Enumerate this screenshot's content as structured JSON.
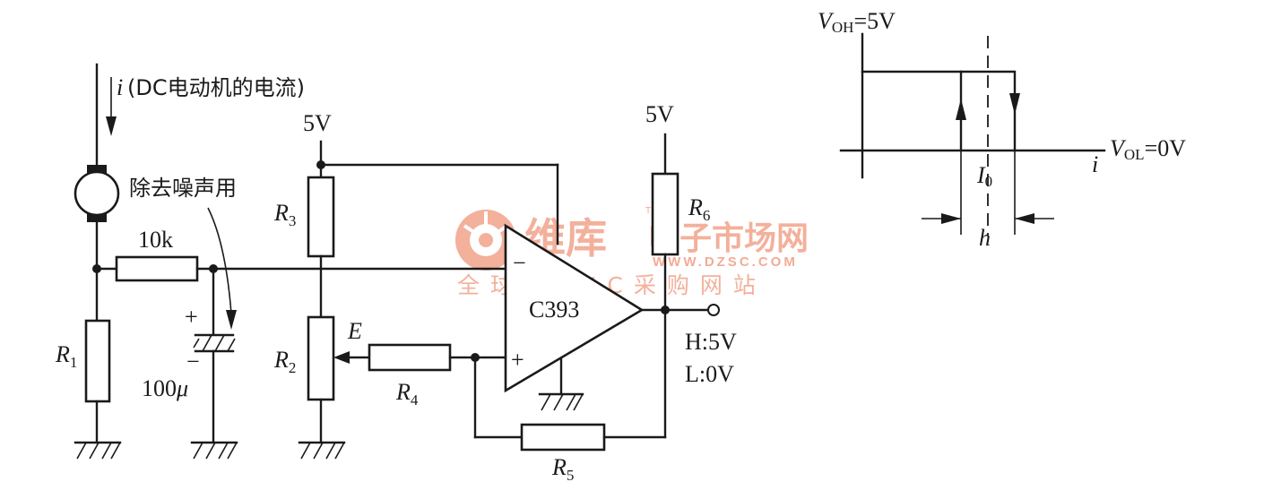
{
  "circuit": {
    "current_label_i": "i",
    "current_label_text": "(DC电动机的电流)",
    "noise_label": "除去噪声用",
    "res_10k": "10k",
    "cap_plus": "+",
    "cap_minus": "−",
    "cap_value_num": "100",
    "cap_value_unit": "μ",
    "supply_left": "5V",
    "supply_right": "5V",
    "r1": {
      "main": "R",
      "sub": "1"
    },
    "r2": {
      "main": "R",
      "sub": "2"
    },
    "r3": {
      "main": "R",
      "sub": "3"
    },
    "r4": {
      "main": "R",
      "sub": "4"
    },
    "r5": {
      "main": "R",
      "sub": "5"
    },
    "r6": {
      "main": "R",
      "sub": "6"
    },
    "node_e": "E",
    "comparator": "C393",
    "in_minus": "−",
    "in_plus": "+",
    "out_high": "H:5V",
    "out_low": "L:0V"
  },
  "hysteresis": {
    "voh_main": "V",
    "voh_sub": "OH",
    "voh_val": "=5V",
    "vol_main": "V",
    "vol_sub": "OL",
    "vol_val": "=0V",
    "axis_i": "i",
    "i0_main": "I",
    "i0_sub": "0",
    "h": "h"
  },
  "watermark": {
    "brand": "维库",
    "tm": "TM",
    "name": "电子市场网",
    "url": "WWW.DZSC.COM",
    "tagline": "全球最大IC采购网站"
  }
}
